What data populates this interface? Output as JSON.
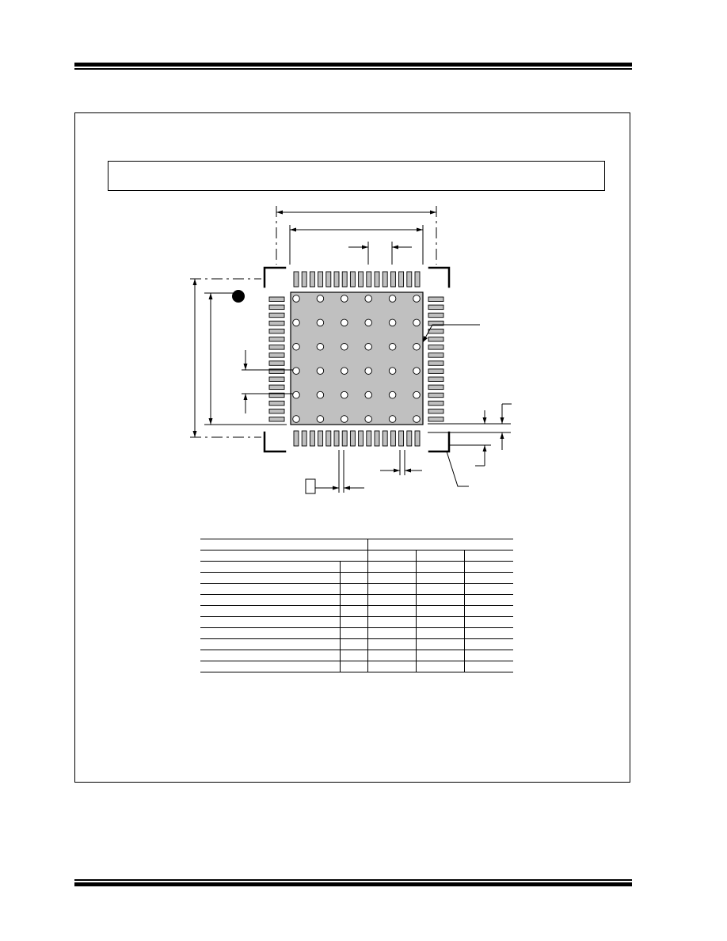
{
  "colors": {
    "ink": "#000000",
    "paper": "#ffffff",
    "exposed_pad": "#c0c0c0",
    "pin": "#c0c0c0"
  },
  "header": {
    "title": ""
  },
  "section": {
    "title": ""
  },
  "drawing": {
    "top_pin_count": 16,
    "bottom_pin_count": 16,
    "left_pin_count": 16,
    "right_pin_count": 16,
    "via_rows": 6,
    "via_columns": 6,
    "pin1_marker": "filled-circle",
    "reference_box_label": ""
  },
  "table": {
    "rows": [
      [
        "",
        "",
        "",
        "",
        ""
      ],
      [
        "",
        "",
        "",
        "",
        ""
      ],
      [
        "",
        "",
        "",
        "",
        ""
      ],
      [
        "",
        "",
        "",
        "",
        ""
      ],
      [
        "",
        "",
        "",
        "",
        ""
      ],
      [
        "",
        "",
        "",
        "",
        ""
      ],
      [
        "",
        "",
        "",
        "",
        ""
      ],
      [
        "",
        "",
        "",
        "",
        ""
      ],
      [
        "",
        "",
        "",
        "",
        ""
      ],
      [
        "",
        "",
        "",
        "",
        ""
      ]
    ]
  }
}
